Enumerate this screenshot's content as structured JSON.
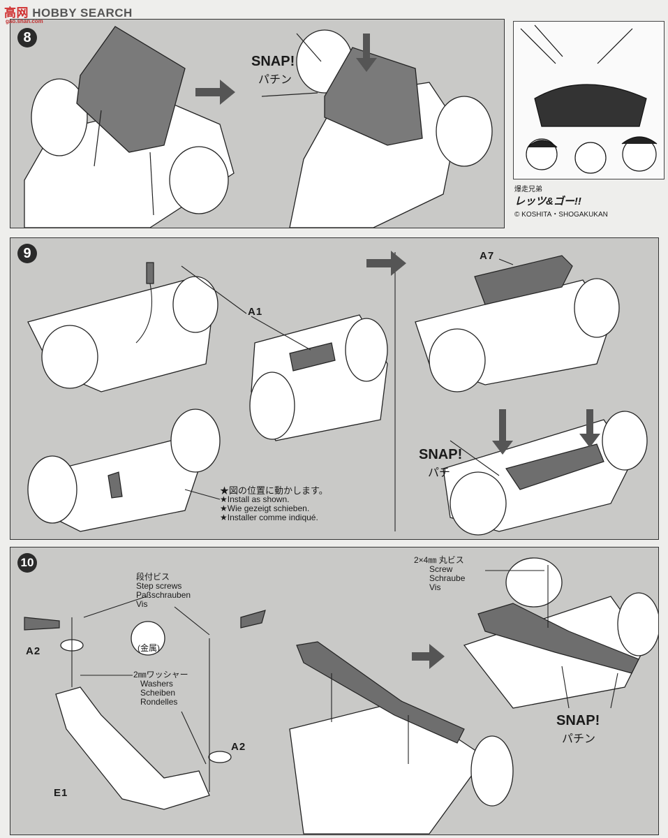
{
  "watermark": {
    "brand": "HOBBY SEARCH",
    "site": "gao.shan.com"
  },
  "step8": {
    "number": "8",
    "snap": "SNAP!",
    "snap_jp": "パチン"
  },
  "credit": {
    "subtitle": "爆走兄弟",
    "title": "レッツ&ゴー!!",
    "copyright": "© KOSHITA・SHOGAKUKAN"
  },
  "step9": {
    "number": "9",
    "part_a1": "A1",
    "part_a7": "A7",
    "snap": "SNAP!",
    "snap_jp": "パチ",
    "notes": [
      "★図の位置に動かします。",
      "★Install as shown.",
      "★Wie gezeigt schieben.",
      "★Installer comme indiqué."
    ]
  },
  "step10": {
    "number": "10",
    "step_screws": [
      "段付ビス",
      "Step screws",
      "Paßschrauben",
      "Vis"
    ],
    "washers": [
      "2㎜ワッシャー",
      "Washers",
      "Scheiben",
      "Rondelles"
    ],
    "metal": "(金属)",
    "screw": [
      "2×4㎜ 丸ビス",
      "Screw",
      "Schraube",
      "Vis"
    ],
    "part_a2": "A2",
    "part_e1": "E1",
    "snap": "SNAP!",
    "snap_jp": "パチン"
  },
  "colors": {
    "panel": "#c9c9c7",
    "paper": "#eeeeec",
    "part_dark": "#6e6e6e"
  }
}
